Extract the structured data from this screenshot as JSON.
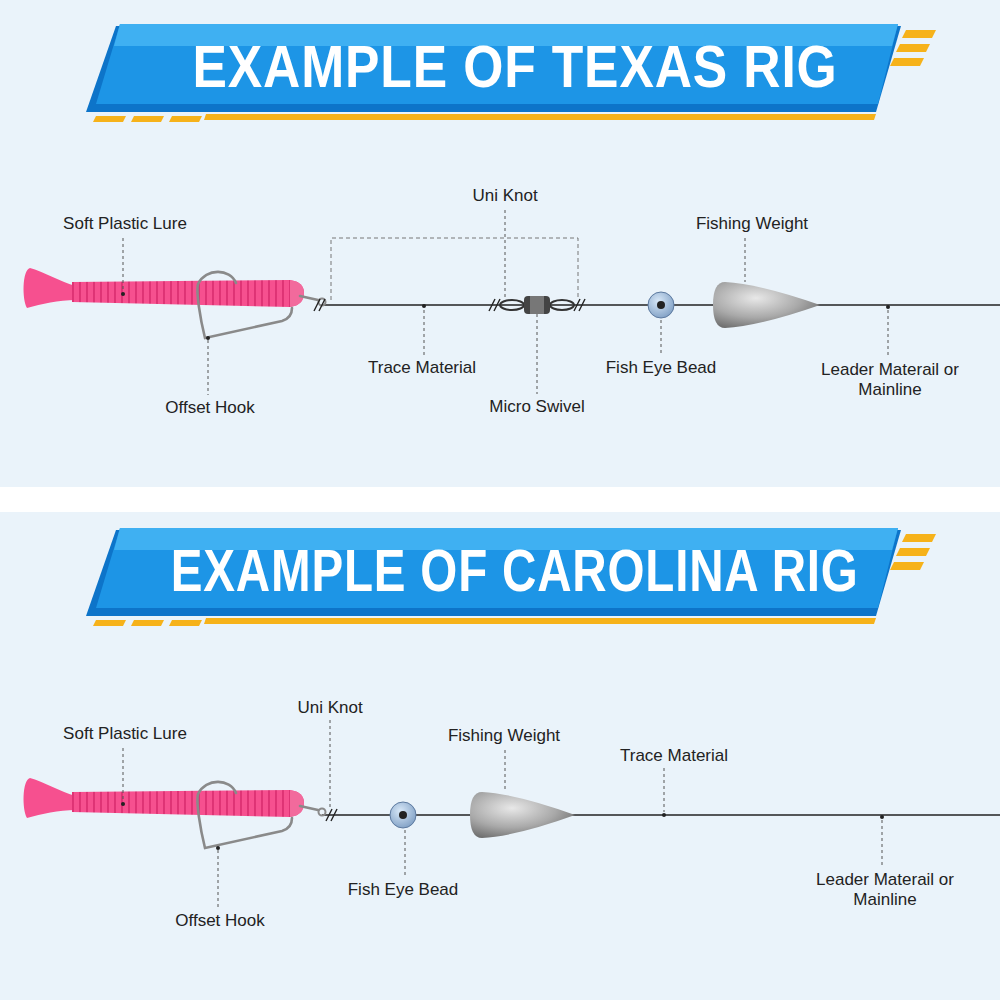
{
  "diagram": {
    "nodes": [
      {
        "text": [
          "EXAMPLE OF TEXAS RIG"
        ]
      },
      {
        "text": [
          "EXAMPLE OF CAROLINA RIG"
        ]
      }
    ],
    "labels": [
      "Soft Plastic Lure",
      "Uni Knot",
      "Fishing Weight",
      "Trace Material",
      "Fish Eye Bead",
      "Leader Materail or Mainline",
      "Offset Hook",
      "Micro Swivel",
      "Uni Knot",
      "Soft Plastic Lure",
      "Fishing Weight",
      "Trace Material",
      "Fish Eye Bead",
      "Leader Materail or Mainline",
      "Offset Hook"
    ]
  }
}
